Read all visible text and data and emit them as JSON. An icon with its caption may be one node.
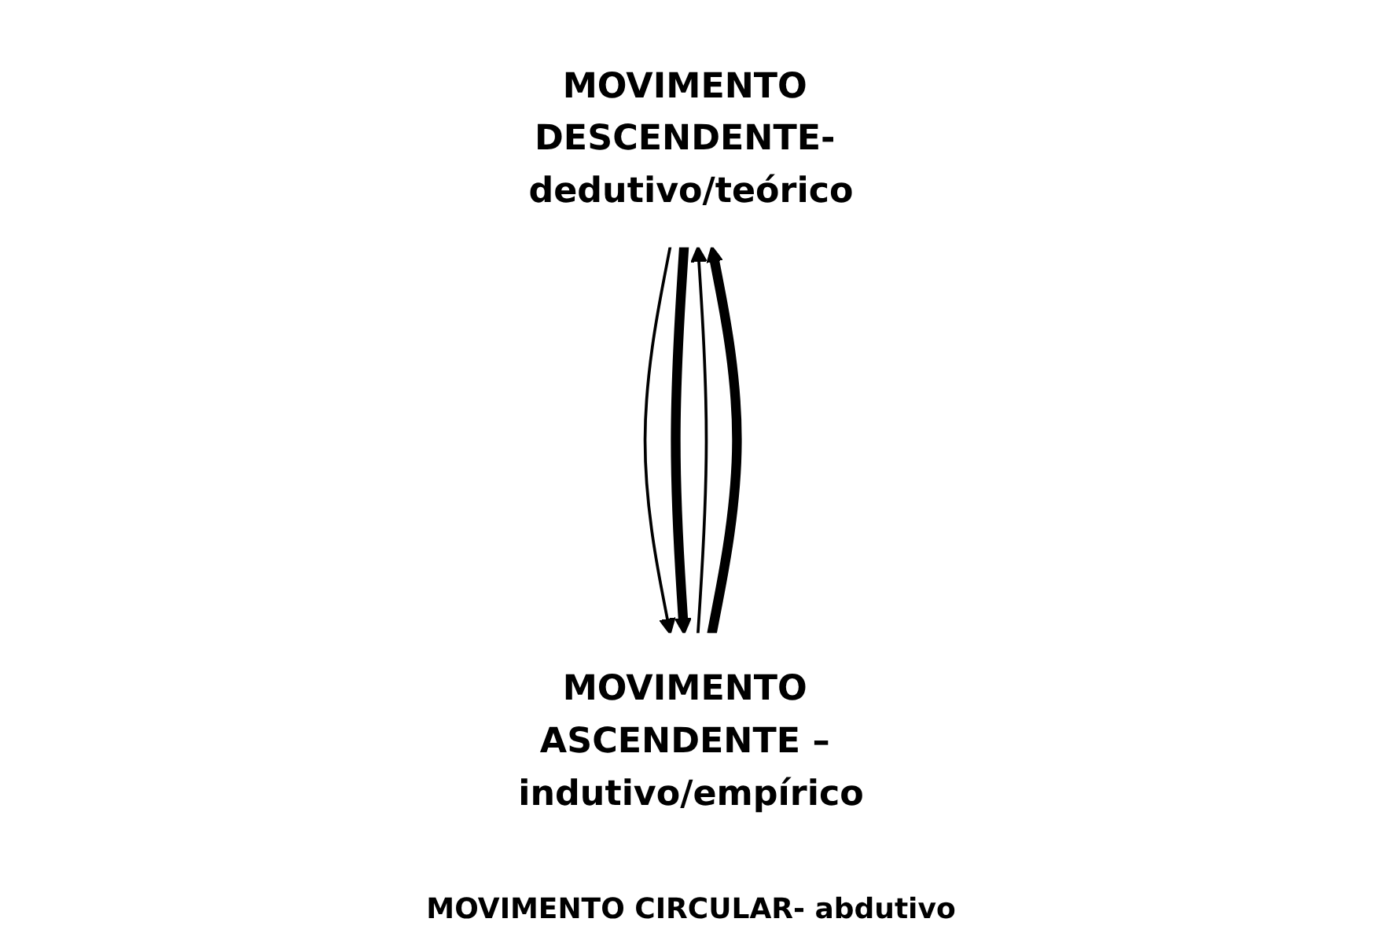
{
  "diagram": {
    "caption": "MOVIMENTO CIRCULAR- abdutivo",
    "nodes": [
      {
        "text": [
          "MOVIMENTO DESCENDENTE- dedutivo/teórico"
        ]
      },
      {
        "text": [
          "MOVIMENTO ASCENDENTE – indutivo/empírico"
        ]
      }
    ],
    "edges": [
      {
        "from": 0,
        "to": 1,
        "arrow": "to"
      },
      {
        "from": 1,
        "to": 0,
        "arrow": "to"
      },
      {
        "from": 0,
        "to": 1,
        "arrow": "to",
        "style": "thick"
      },
      {
        "from": 1,
        "to": 0,
        "arrow": "to",
        "style": "thick"
      }
    ]
  }
}
